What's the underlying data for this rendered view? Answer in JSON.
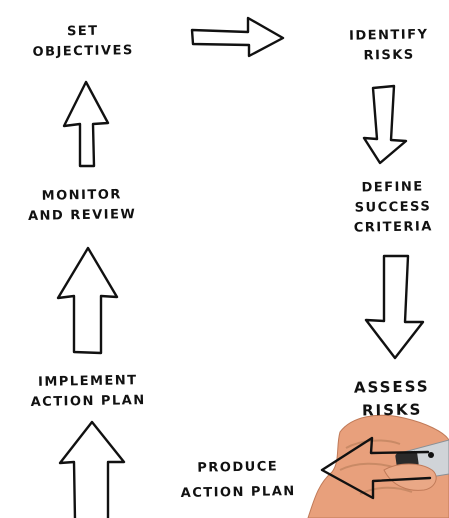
{
  "steps": {
    "set_objectives": {
      "line1": "SET",
      "line2": "OBJECTIVES"
    },
    "identify_risks": {
      "line1": "IDENTIFY",
      "line2": "RISKS"
    },
    "define_success_criteria": {
      "line1": "DEFINE",
      "line2": "SUCCESS",
      "line3": "CRITERIA"
    },
    "assess_risks": {
      "line1": "ASSESS",
      "line2": "RISKS"
    },
    "produce_action_plan": {
      "line1": "PRODUCE",
      "line2": "ACTION PLAN"
    },
    "implement_action_plan": {
      "line1": "IMPLEMENT",
      "line2": "ACTION PLAN"
    },
    "monitor_and_review": {
      "line1": "MONITOR",
      "line2": "AND REVIEW"
    }
  },
  "colors": {
    "ink": "#111111",
    "paper": "#ffffff",
    "skin": "#e8a07c",
    "marker_cap": "#d0d4d8"
  },
  "icons": [
    "arrow-right-icon",
    "arrow-down-icon",
    "arrow-left-icon",
    "arrow-up-icon",
    "hand-with-marker-image"
  ]
}
